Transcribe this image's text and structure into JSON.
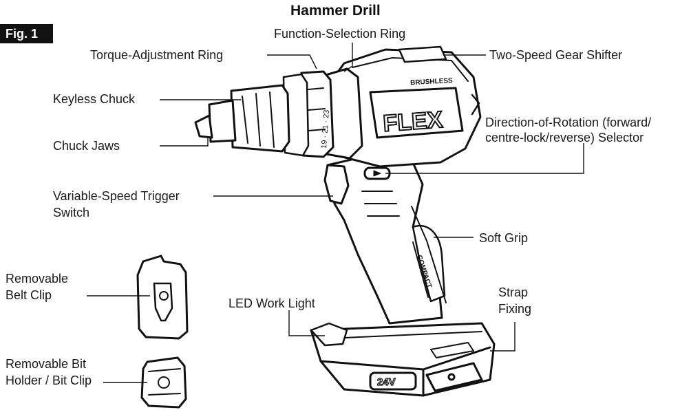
{
  "figure_label": "Fig. 1",
  "title": "Hammer Drill",
  "brand_text": "FLEX",
  "brushless_text": "BRUSHLESS",
  "compact_text": "COMPACT",
  "battery_text": "24V",
  "torque_scale_text": "19 · 21 · 23",
  "labels": {
    "function_selection_ring": "Function-Selection Ring",
    "torque_adjustment_ring": "Torque-Adjustment Ring",
    "two_speed_gear_shifter": "Two-Speed Gear Shifter",
    "keyless_chuck": "Keyless Chuck",
    "chuck_jaws": "Chuck Jaws",
    "direction_selector_line1": "Direction-of-Rotation (forward/",
    "direction_selector_line2": "centre-lock/reverse) Selector",
    "trigger_line1": "Variable-Speed Trigger",
    "trigger_line2": "Switch",
    "soft_grip": "Soft Grip",
    "belt_clip_line1": "Removable",
    "belt_clip_line2": "Belt Clip",
    "led_work_light": "LED Work Light",
    "strap_fixing_line1": "Strap",
    "strap_fixing_line2": "Fixing",
    "bit_holder_line1": "Removable Bit",
    "bit_holder_line2": "Holder / Bit Clip"
  }
}
